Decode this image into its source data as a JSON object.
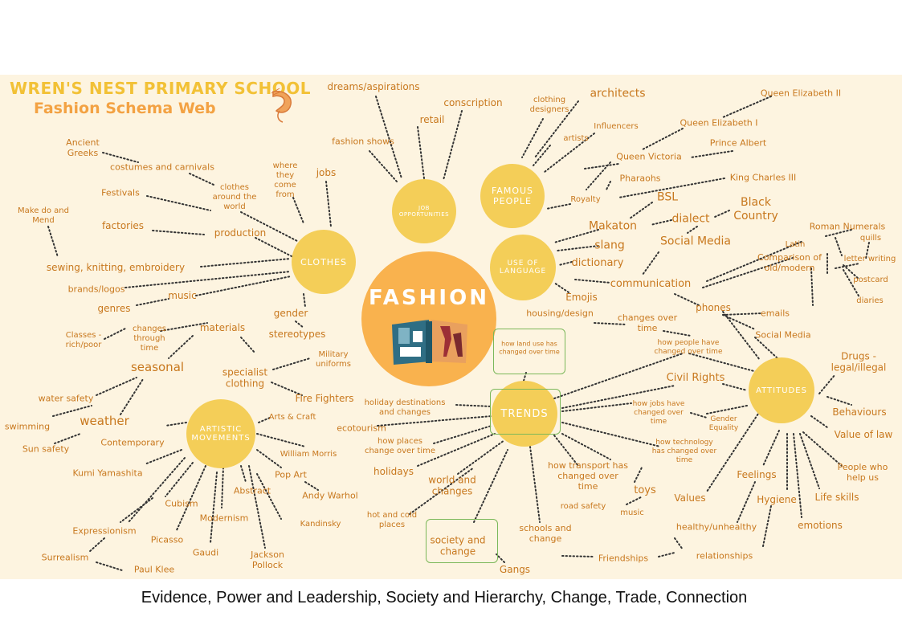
{
  "header": {
    "school": "WREN'S NEST PRIMARY SCHOOL",
    "title": "Fashion Schema Web"
  },
  "caption": "Evidence, Power and Leadership, Society and Hierarchy, Change, Trade, Connection",
  "center": "FASHION",
  "hubs": {
    "clothes": "CLOTHES",
    "job": "JOB\nOPPORTUNITIES",
    "famous": "FAMOUS\nPEOPLE",
    "language": "USE OF\nLANGUAGE",
    "artistic": "ARTISTIC\nMOVEMENTS",
    "trends": "TRENDS",
    "attitudes": "ATTITUDES"
  },
  "nodes": {
    "clothes": {
      "ancient_greeks": "Ancient\nGreeks",
      "costumes": "costumes and carnivals",
      "festivals": "Festivals",
      "clothes_world": "clothes\naround the\nworld",
      "where_from": "where\nthey\ncome\nfrom",
      "jobs": "jobs",
      "make_do": "Make do and\nMend",
      "factories": "factories",
      "production": "production",
      "sewing": "sewing, knitting, embroidery",
      "brands": "brands/logos",
      "music": "music",
      "genres": "genres",
      "gender": "gender",
      "stereotypes": "stereotypes",
      "classes": "Classes -\nrich/poor",
      "changes_time": "changes\nthrough\ntime",
      "materials": "materials",
      "seasonal": "seasonal",
      "military": "Military\nuniforms",
      "specialist": "specialist\nclothing",
      "fire": "Fire Fighters",
      "water": "water safety",
      "swimming": "swimming",
      "weather": "weather",
      "sun": "Sun safety"
    },
    "job": {
      "dreams": "dreams/aspirations",
      "conscription": "conscription",
      "retail": "retail",
      "fashion_shows": "fashion shows"
    },
    "famous": {
      "designers": "clothing\ndesigners",
      "architects": "architects",
      "influencers": "Influencers",
      "artists": "artists",
      "qe2": "Queen Elizabeth II",
      "qe1": "Queen Elizabeth I",
      "albert": "Prince Albert",
      "victoria": "Queen Victoria",
      "pharaohs": "Pharaohs",
      "royalty": "Royalty",
      "charles": "King Charles III"
    },
    "language": {
      "bsl": "BSL",
      "black_country": "Black\nCountry",
      "dialect": "dialect",
      "makaton": "Makaton",
      "slang": "slang",
      "social_media": "Social Media",
      "dictionary": "dictionary",
      "emojis": "Emojis",
      "communication": "communication",
      "roman": "Roman Numerals",
      "quills": "quills",
      "latin": "Latin",
      "comparison": "Comparison of\nold/modern",
      "letter": "letter writing",
      "postcard": "postcard",
      "diaries": "diaries",
      "phones": "phones",
      "emails": "emails",
      "social_media2": "Social Media"
    },
    "trends": {
      "housing": "housing/design",
      "changes_over": "changes over\ntime",
      "land_use": "how land use has\nchanged over time",
      "people_changed": "how people have\nchanged over time",
      "civil": "Civil Rights",
      "holiday_dest": "holiday destinations\nand changes",
      "jobs_changed": "how jobs have\nchanged over\ntime",
      "gender_eq": "Gender\nEquality",
      "ecotourism": "ecotourism",
      "places": "how places\nchange over time",
      "technology": "how technology\nhas changed over\ntime",
      "holidays": "holidays",
      "transport": "how transport has\nchanged over\ntime",
      "world": "world and\nchanges",
      "toys": "toys",
      "road": "road safety",
      "music": "music",
      "hot_cold": "hot and cold\nplaces",
      "schools": "schools and\nchange",
      "society": "society and\nchange",
      "gangs": "Gangs",
      "friendships": "Friendships"
    },
    "attitudes": {
      "drugs": "Drugs -\nlegal/illegal",
      "behaviours": "Behaviours",
      "value_law": "Value of law",
      "people_help": "People who\nhelp us",
      "life_skills": "Life skills",
      "emotions": "emotions",
      "hygiene": "Hygiene",
      "feelings": "Feelings",
      "values": "Values",
      "healthy": "healthy/unhealthy",
      "relationships": "relationships"
    },
    "artistic": {
      "arts_craft": "Arts & Craft",
      "morris": "William Morris",
      "contemporary": "Contemporary",
      "yamashita": "Kumi Yamashita",
      "pop_art": "Pop Art",
      "warhol": "Andy Warhol",
      "abstract": "Abstract",
      "cubism": "Cubism",
      "modernism": "Modernism",
      "kandinsky": "Kandinsky",
      "expressionism": "Expressionism",
      "picasso": "Picasso",
      "gaudi": "Gaudi",
      "pollock": "Jackson\nPollock",
      "surrealism": "Surrealism",
      "klee": "Paul Klee"
    }
  },
  "colors": {
    "background": "#fdf4e0",
    "hub": "#f4ce58",
    "center": "#f9b24e",
    "text": "#c8781e",
    "dots": "#333333",
    "box": "#7cb85a"
  }
}
